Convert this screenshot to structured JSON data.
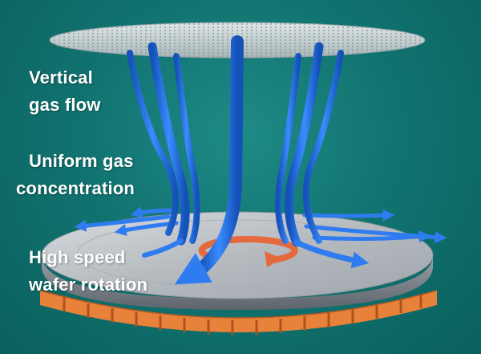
{
  "labels": {
    "vertical_gas_flow": [
      "Vertical",
      "gas flow"
    ],
    "uniform_gas_concentration": [
      "Uniform gas",
      "concentration"
    ],
    "high_speed_wafer_rotation": [
      "High speed",
      "wafer rotation"
    ]
  },
  "colors": {
    "background": "#117471",
    "showerhead": "#c9d4d6",
    "wafer": "#c4c8cc",
    "wafer_edge": "#7d848b",
    "heater": "#e8823a",
    "gas_flow": "#1f6fe0",
    "rotation_arrow": "#e5693e",
    "label": "#ffffff"
  },
  "icons": {
    "rotation": "rotation-arrow-icon"
  }
}
